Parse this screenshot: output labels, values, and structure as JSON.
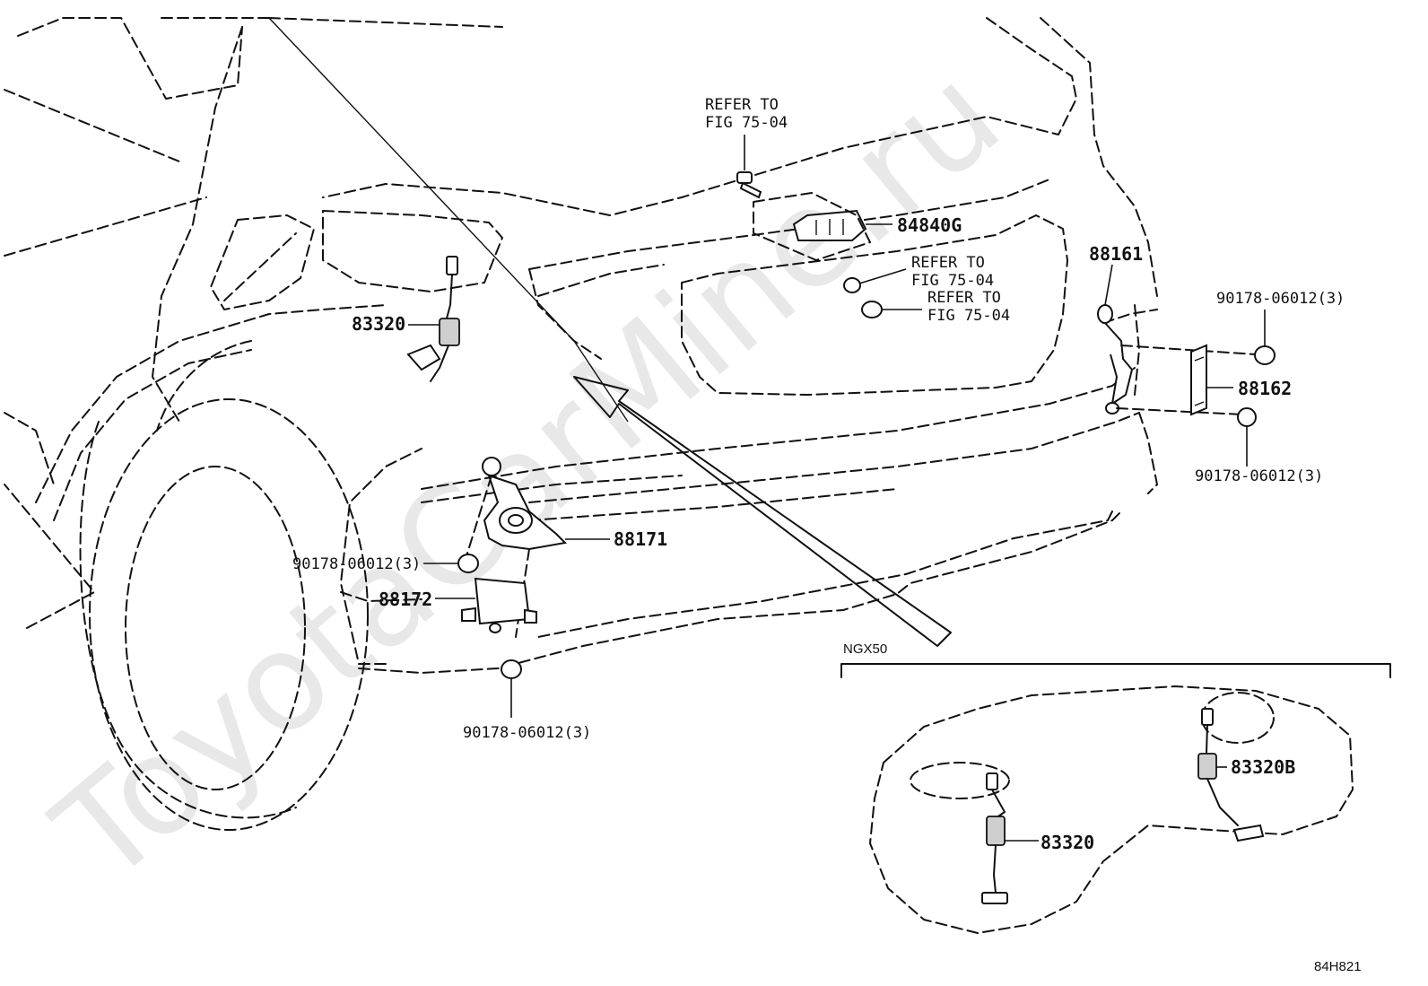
{
  "watermark": "ToyotaCarMine.ru",
  "labels": {
    "refer_top_1": "REFER TO",
    "refer_top_2": "FIG 75-04",
    "p84840g": "84840G",
    "refer_mid_a1": "REFER TO",
    "refer_mid_a2": "FIG 75-04",
    "refer_mid_b1": "REFER TO",
    "refer_mid_b2": "FIG 75-04",
    "p88161": "88161",
    "p90178_tr": "90178-06012(3)",
    "p88162": "88162",
    "p90178_br": "90178-06012(3)",
    "p83320_main": "83320",
    "p88171": "88171",
    "p90178_left": "90178-06012(3)",
    "p88172": "88172",
    "p90178_bottom": "90178-06012(3)",
    "variant": "NGX50",
    "p83320b": "83320B",
    "p83320_inset": "83320",
    "figure_code": "84H821"
  }
}
